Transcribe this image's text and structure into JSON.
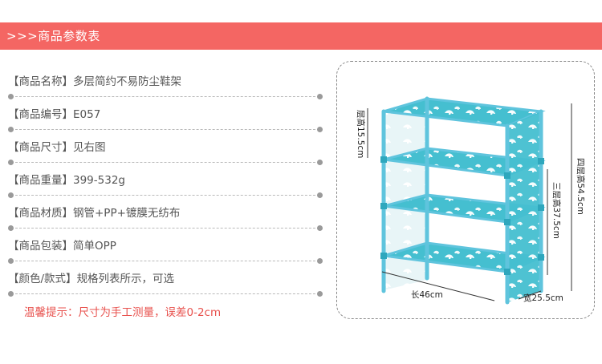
{
  "header": {
    "title": ">>>商品参数表"
  },
  "specs": [
    {
      "label": "【商品名称】",
      "value": "多层简约不易防尘鞋架"
    },
    {
      "label": "【商品编号】",
      "value": "E057"
    },
    {
      "label": "【商品尺寸】",
      "value": "见右图"
    },
    {
      "label": "【商品重量】",
      "value": "399-532g"
    },
    {
      "label": "【商品材质】",
      "value": "钢管+PP+镀膜无纺布"
    },
    {
      "label": "【商品包装】",
      "value": "简单OPP"
    },
    {
      "label": "【颜色/款式】",
      "value": "规格列表所示，可选"
    }
  ],
  "tip": "温馨提示：尺寸为手工测量，误差0-2cm",
  "product": {
    "dim_layer_height": "层高15.5cm",
    "dim_four_layer": "四层高54.5cm",
    "dim_three_layer": "三层高37.5cm",
    "dim_length": "长46cm",
    "dim_width": "宽25.5cm"
  },
  "colors": {
    "banner": "#f46663",
    "tip": "#e8524e",
    "fabric": "#45bfd0",
    "frame": "#5fc4dd"
  }
}
